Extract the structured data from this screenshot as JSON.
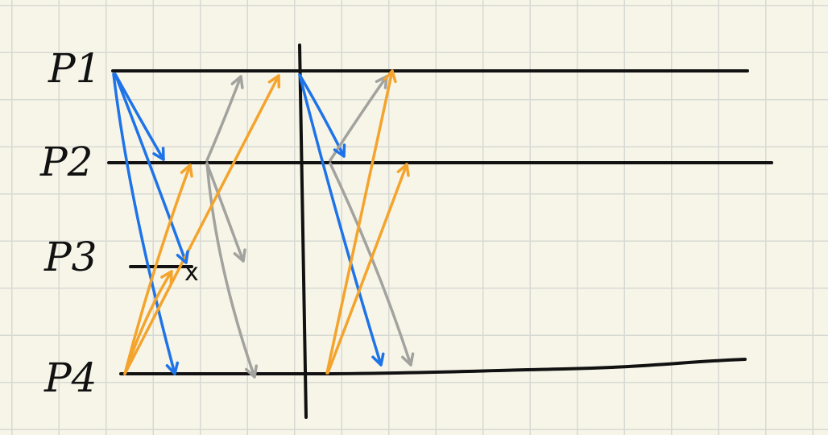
{
  "processes": [
    {
      "id": "p1",
      "label": "P1"
    },
    {
      "id": "p2",
      "label": "P2"
    },
    {
      "id": "p3",
      "label": "P3"
    },
    {
      "id": "p4",
      "label": "P4"
    }
  ],
  "crash_marker": "x",
  "colors": {
    "line": "#111111",
    "blue": "#1e73e8",
    "orange": "#f4a42c",
    "gray": "#a2a29f"
  },
  "messages": [
    {
      "color": "blue",
      "from": "p1",
      "to": "p2",
      "epoch": 1
    },
    {
      "color": "blue",
      "from": "p1",
      "to": "p3",
      "epoch": 1
    },
    {
      "color": "blue",
      "from": "p1",
      "to": "p4",
      "epoch": 1
    },
    {
      "color": "gray",
      "from": "p2",
      "to": "p1",
      "epoch": 1
    },
    {
      "color": "gray",
      "from": "p2",
      "to": "p3",
      "epoch": 1
    },
    {
      "color": "gray",
      "from": "p2",
      "to": "p4",
      "epoch": 1
    },
    {
      "color": "orange",
      "from": "p4",
      "to": "p1",
      "epoch": 1
    },
    {
      "color": "orange",
      "from": "p4",
      "to": "p2",
      "epoch": 1
    },
    {
      "color": "orange",
      "from": "p4",
      "to": "p3",
      "epoch": 1
    },
    {
      "color": "blue",
      "from": "p1",
      "to": "p2",
      "epoch": 2
    },
    {
      "color": "blue",
      "from": "p1",
      "to": "p4",
      "epoch": 2
    },
    {
      "color": "gray",
      "from": "p2",
      "to": "p1",
      "epoch": 2
    },
    {
      "color": "gray",
      "from": "p2",
      "to": "p4",
      "epoch": 2
    },
    {
      "color": "orange",
      "from": "p4",
      "to": "p1",
      "epoch": 2
    },
    {
      "color": "orange",
      "from": "p4",
      "to": "p2",
      "epoch": 2
    }
  ]
}
